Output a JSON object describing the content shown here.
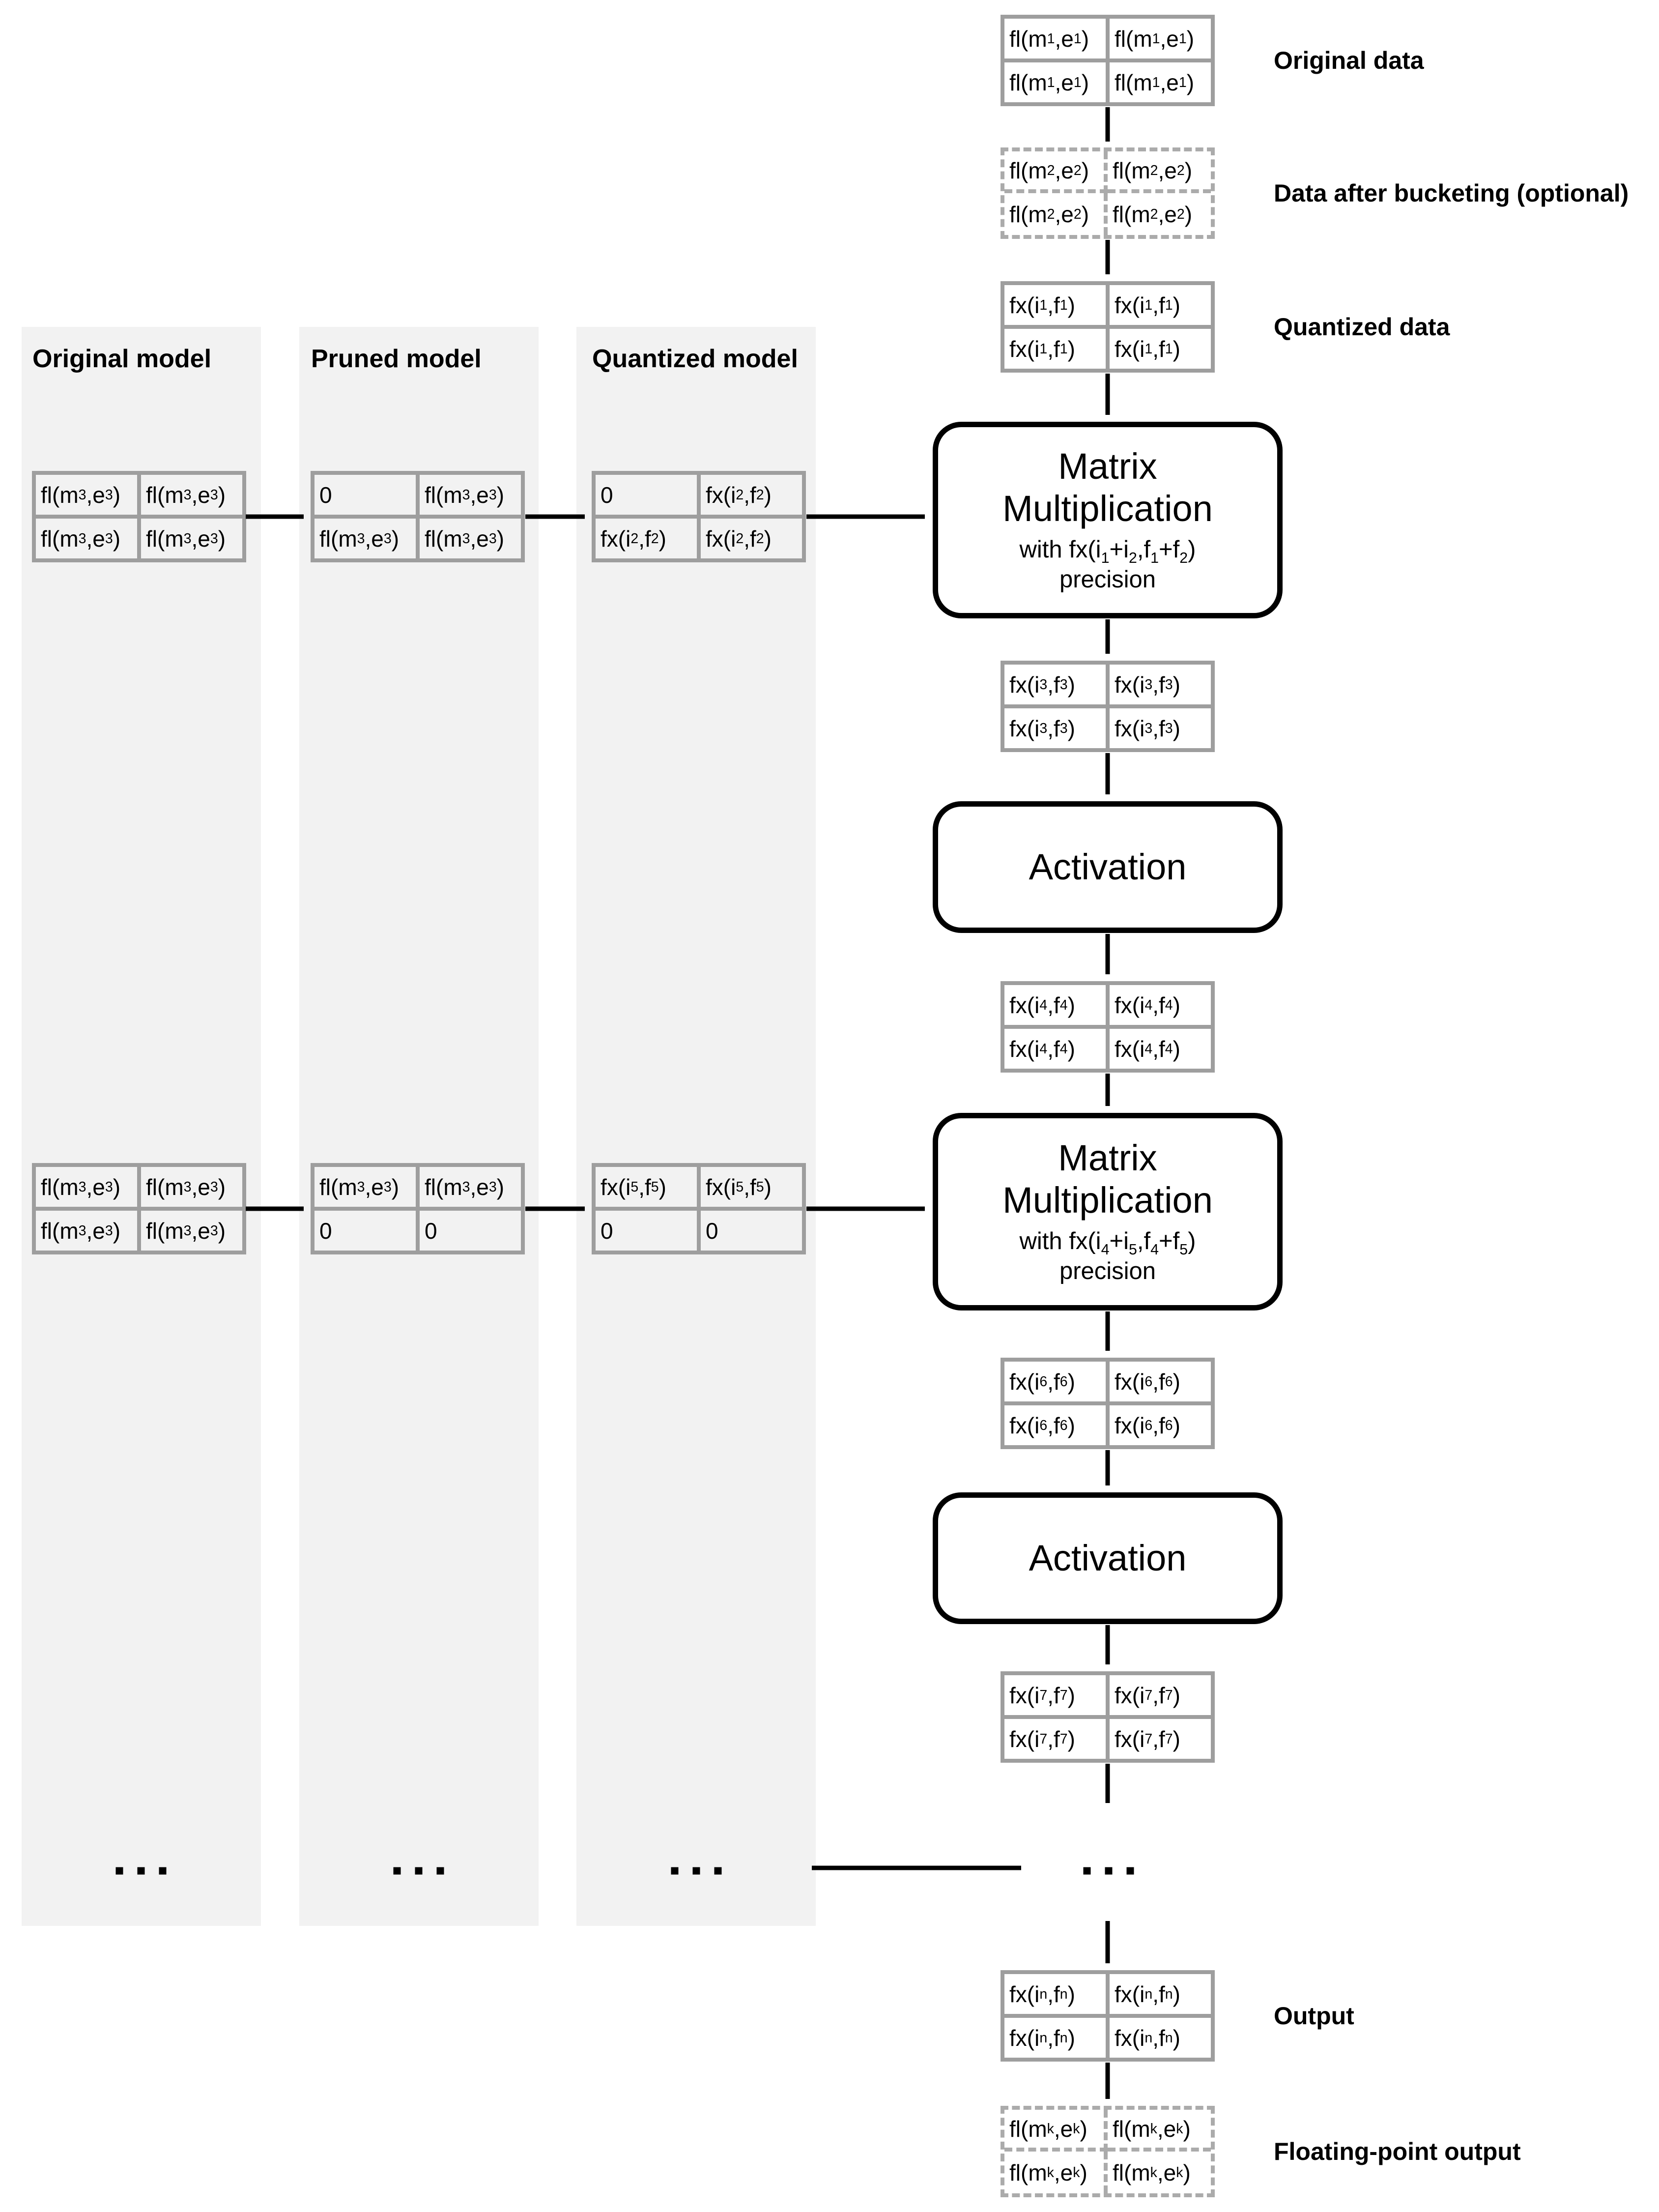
{
  "colors": {
    "background": "#ffffff",
    "column_bg": "#f2f2f2",
    "matrix_border": "#9e9e9e",
    "dashed_border": "#ababab",
    "box_border": "#000000",
    "arrow": "#000000",
    "text": "#000000"
  },
  "columns": [
    {
      "header": "Original model",
      "matrix_top": [
        "fl(m_3,e_3)",
        "fl(m_3,e_3)",
        "fl(m_3,e_3)",
        "fl(m_3,e_3)"
      ],
      "matrix_bottom": [
        "fl(m_3,e_3)",
        "fl(m_3,e_3)",
        "fl(m_3,e_3)",
        "fl(m_3,e_3)"
      ],
      "ellipsis": "..."
    },
    {
      "header": "Pruned model",
      "matrix_top": [
        "0",
        "fl(m_3,e_3)",
        "fl(m_3,e_3)",
        "fl(m_3,e_3)"
      ],
      "matrix_bottom": [
        "fl(m_3,e_3)",
        "fl(m_3,e_3)",
        "0",
        "0"
      ],
      "ellipsis": "..."
    },
    {
      "header": "Quantized model",
      "matrix_top": [
        "0",
        "fx(i_2,f_2)",
        "fx(i_2,f_2)",
        "fx(i_2,f_2)"
      ],
      "matrix_bottom": [
        "fx(i_5,f_5)",
        "fx(i_5,f_5)",
        "0",
        "0"
      ],
      "ellipsis": "..."
    }
  ],
  "flow": {
    "original_data": {
      "label": "Original data",
      "cells": [
        "fl(m_1,e_1)",
        "fl(m_1,e_1)",
        "fl(m_1,e_1)",
        "fl(m_1,e_1)"
      ]
    },
    "bucketed_data": {
      "label": "Data after bucketing (optional)",
      "cells": [
        "fl(m_2,e_2)",
        "fl(m_2,e_2)",
        "fl(m_2,e_2)",
        "fl(m_2,e_2)"
      ]
    },
    "quantized_data": {
      "label": "Quantized data",
      "cells": [
        "fx(i_1,f_1)",
        "fx(i_1,f_1)",
        "fx(i_1,f_1)",
        "fx(i_1,f_1)"
      ]
    },
    "matmul1": {
      "title_line1": "Matrix",
      "title_line2": "Multiplication",
      "precision_line": "with fx(i_1+i_2,f_1+f_2)",
      "precision_word": "precision"
    },
    "after_matmul1": {
      "cells": [
        "fx(i_3,f_3)",
        "fx(i_3,f_3)",
        "fx(i_3,f_3)",
        "fx(i_3,f_3)"
      ]
    },
    "activation1": {
      "title": "Activation"
    },
    "after_activation1": {
      "cells": [
        "fx(i_4,f_4)",
        "fx(i_4,f_4)",
        "fx(i_4,f_4)",
        "fx(i_4,f_4)"
      ]
    },
    "matmul2": {
      "title_line1": "Matrix",
      "title_line2": "Multiplication",
      "precision_line": "with fx(i_4+i_5,f_4+f_5)",
      "precision_word": "precision"
    },
    "after_matmul2": {
      "cells": [
        "fx(i_6,f_6)",
        "fx(i_6,f_6)",
        "fx(i_6,f_6)",
        "fx(i_6,f_6)"
      ]
    },
    "activation2": {
      "title": "Activation"
    },
    "after_activation2": {
      "cells": [
        "fx(i_7,f_7)",
        "fx(i_7,f_7)",
        "fx(i_7,f_7)",
        "fx(i_7,f_7)"
      ]
    },
    "ellipsis": "...",
    "output": {
      "label": "Output",
      "cells": [
        "fx(i_n,f_n)",
        "fx(i_n,f_n)",
        "fx(i_n,f_n)",
        "fx(i_n,f_n)"
      ]
    },
    "float_output": {
      "label": "Floating-point output",
      "cells": [
        "fl(m_k,e_k)",
        "fl(m_k,e_k)",
        "fl(m_k,e_k)",
        "fl(m_k,e_k)"
      ]
    }
  }
}
